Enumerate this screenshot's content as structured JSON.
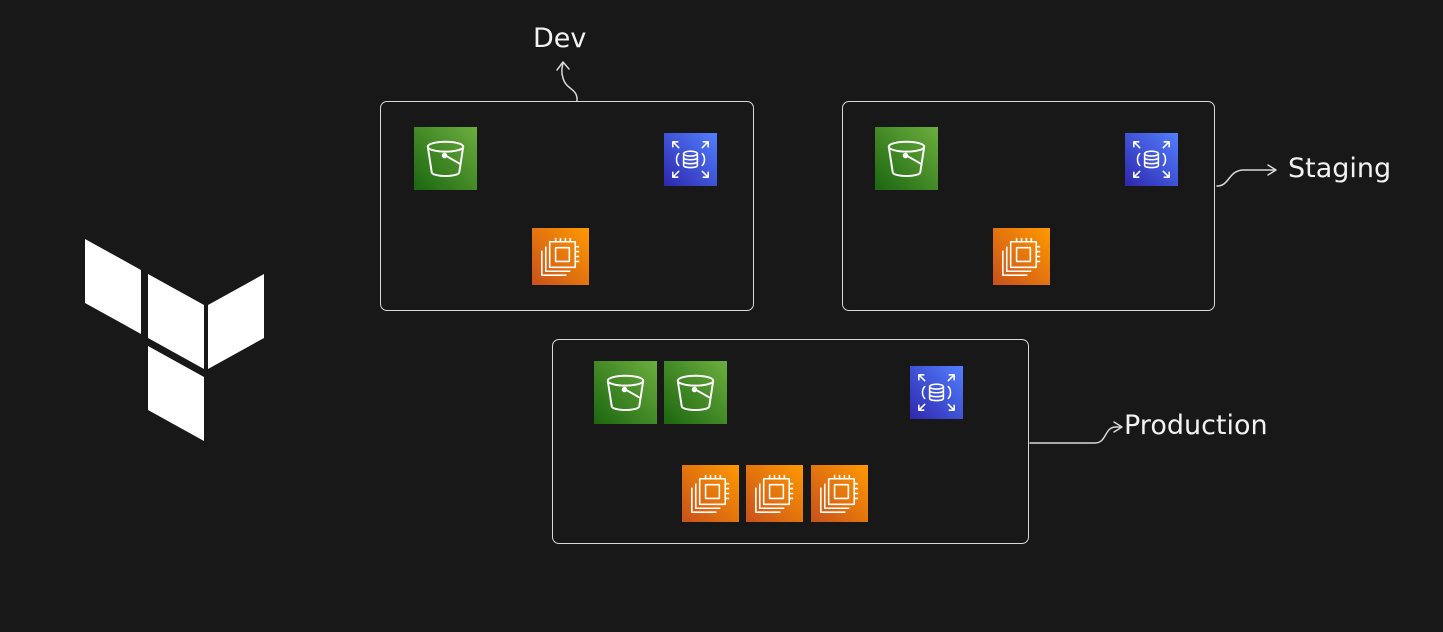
{
  "environments": {
    "dev": {
      "label": "Dev"
    },
    "staging": {
      "label": "Staging"
    },
    "production": {
      "label": "Production"
    }
  },
  "icons": {
    "logo": "terraform-logo",
    "bucket": "s3-bucket-icon",
    "database": "rds-database-icon",
    "compute": "ec2-instance-icon"
  },
  "colors": {
    "background": "#181818",
    "s3": "#3f8624",
    "rds": "#3b48cc",
    "ec2": "#ed7100",
    "stroke": "#d9d9d9"
  }
}
